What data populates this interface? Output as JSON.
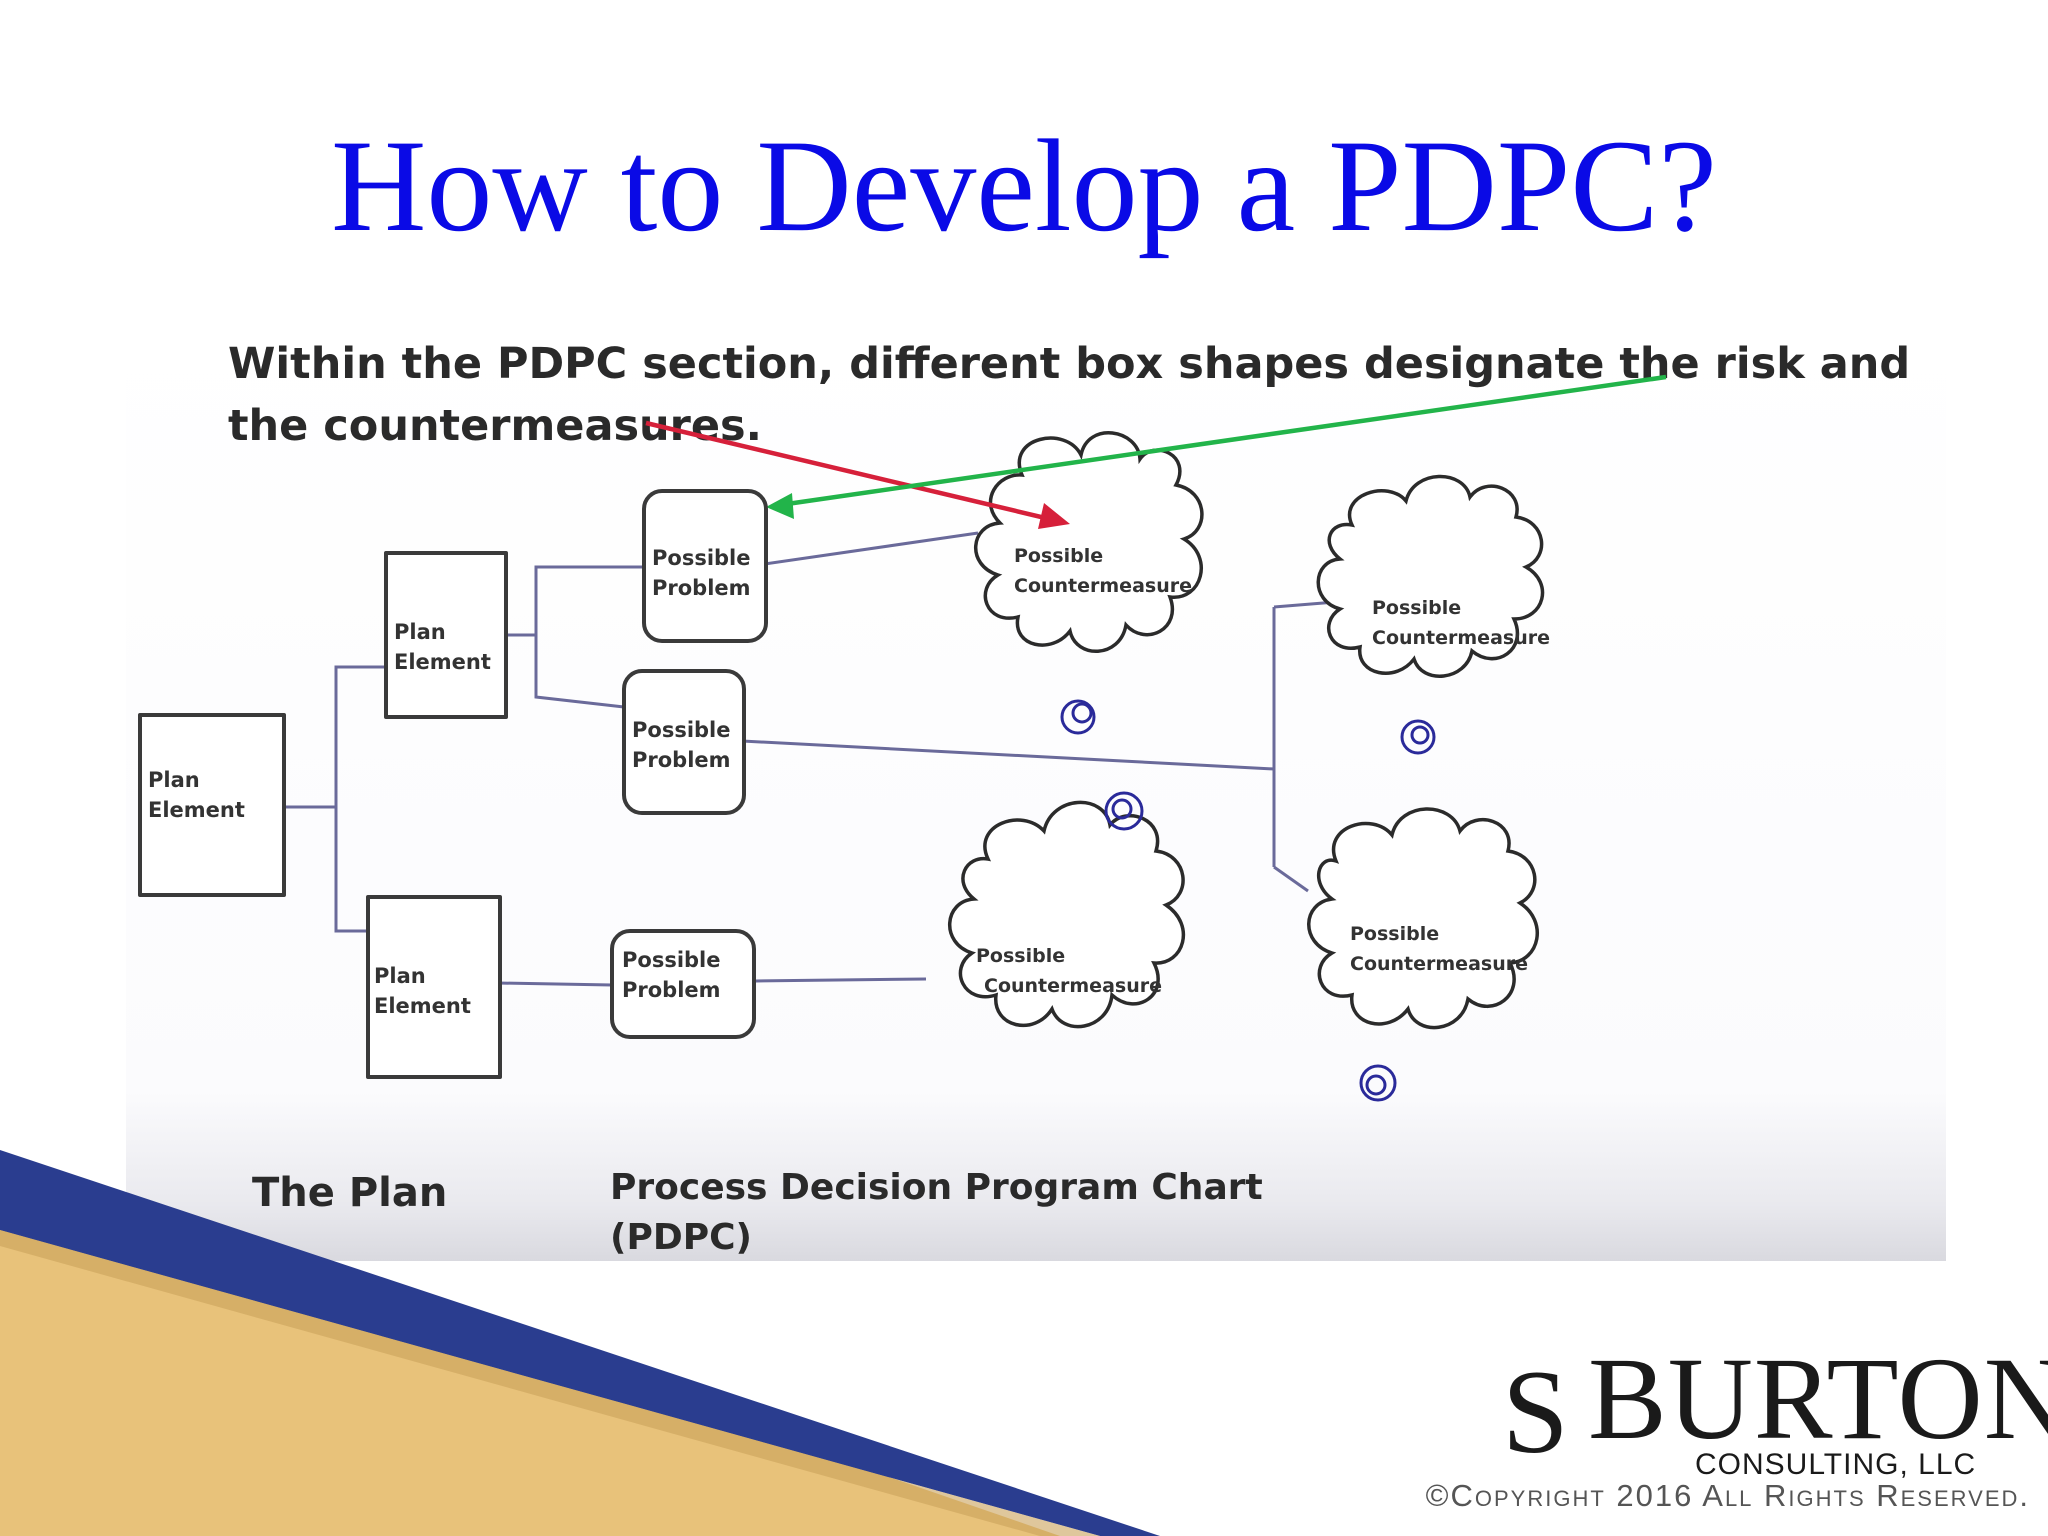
{
  "slide": {
    "title": "How to Develop a PDPC?"
  },
  "figure": {
    "intro": "Within the PDPC section, different box shapes designate the risk and the countermeasures.",
    "plan_element_label": "Plan\nElement",
    "possible_problem_label": "Possible\nProblem",
    "countermeasure_line1": "Possible",
    "countermeasure_line2": "Countermeasure",
    "caption_plan": "The Plan",
    "caption_pdpc_line1": "Process Decision Program Chart",
    "caption_pdpc_line2": "(PDPC)",
    "arrow_colors": {
      "risk": "#d6203a",
      "countermeasure": "#22b44a"
    }
  },
  "footer": {
    "logo_mark": "S",
    "logo_name": "BURTON",
    "logo_sub": "CONSULTING, LLC",
    "copyright": "©Copyright 2016 All Rights Reserved.",
    "colors": {
      "navy": "#2a3d8f",
      "gold": "#e8c27a"
    }
  }
}
